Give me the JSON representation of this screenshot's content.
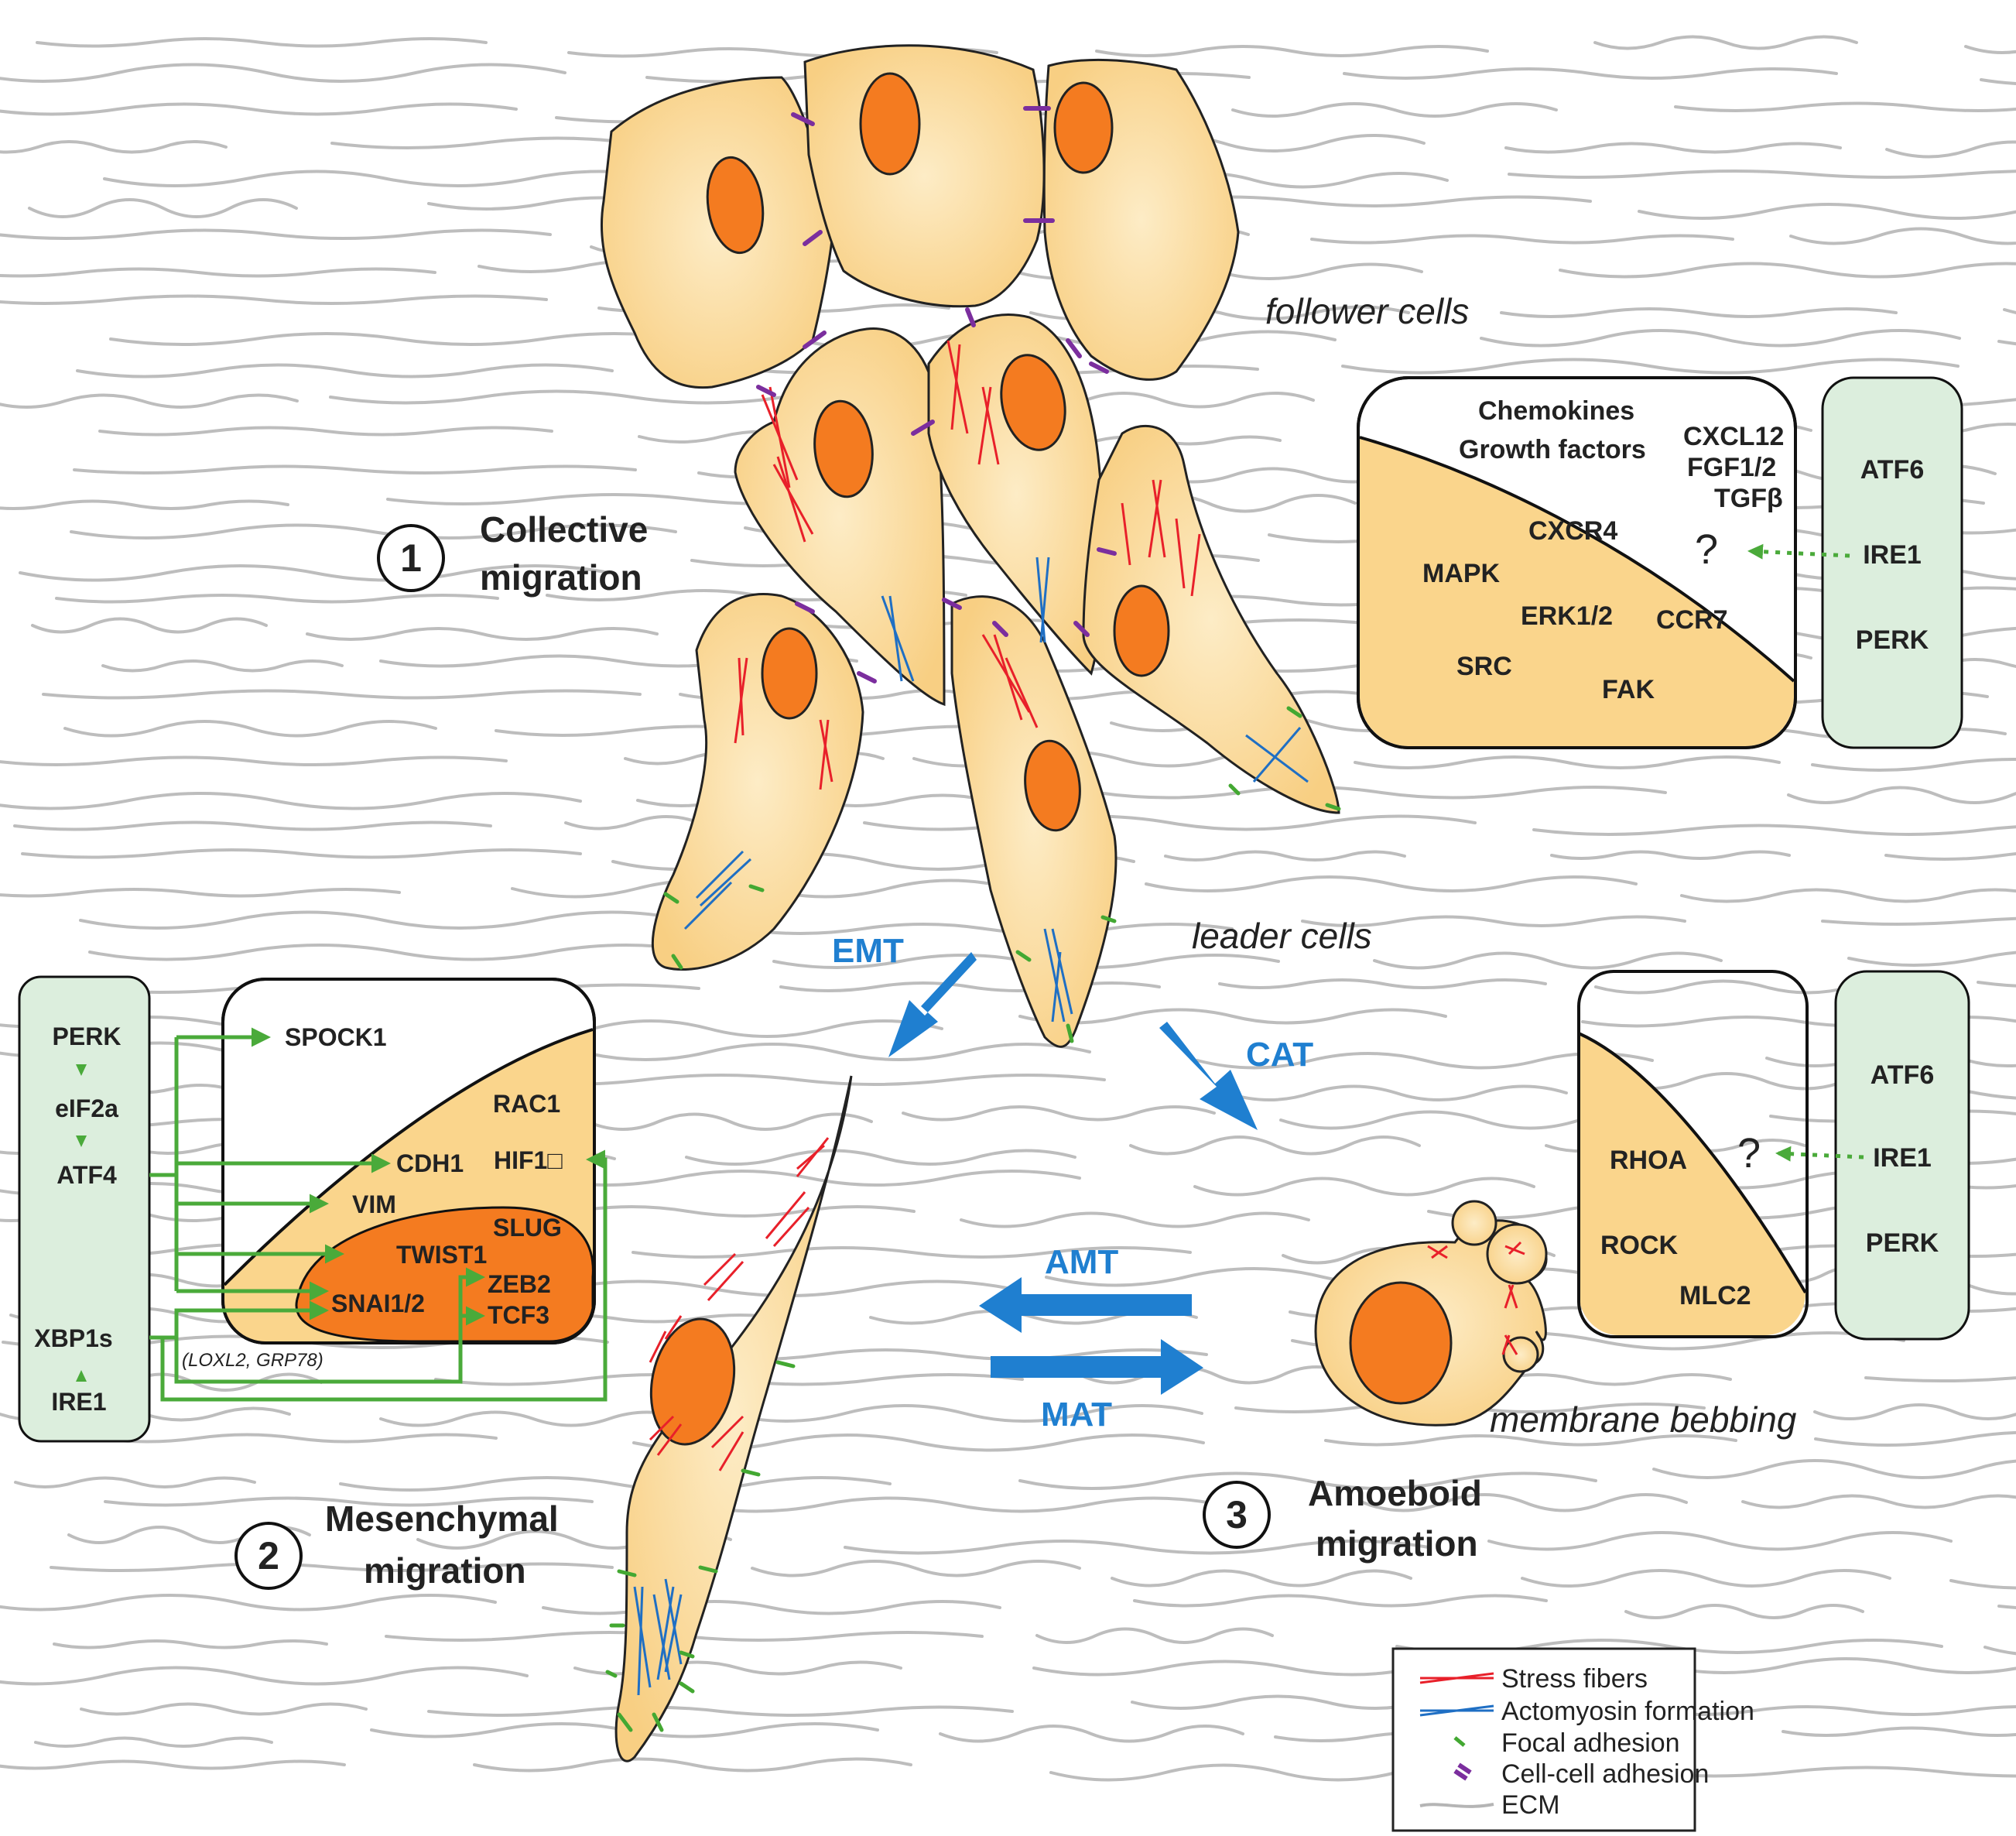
{
  "labels": {
    "follower_cells": "follower cells",
    "leader_cells": "leader cells",
    "membrane_blebbing": "membrane bebbing",
    "collective_num": "1",
    "collective_line1": "Collective",
    "collective_line2": "migration",
    "mesenchymal_num": "2",
    "mesenchymal_line1": "Mesenchymal",
    "mesenchymal_line2": "migration",
    "amoeboid_num": "3",
    "amoeboid_line1": "Amoeboid",
    "amoeboid_line2": "migration"
  },
  "transitions": {
    "emt": "EMT",
    "cat": "CAT",
    "amt": "AMT",
    "mat": "MAT"
  },
  "collective_box": {
    "chemokines": "Chemokines",
    "growth_factors": "Growth factors",
    "cxcl12": "CXCL12",
    "fgf": "FGF1/2",
    "tgfb": "TGFβ",
    "cxcr4": "CXCR4",
    "mapk": "MAPK",
    "erk": "ERK1/2",
    "ccr7": "CCR7",
    "src": "SRC",
    "fak": "FAK",
    "question": "?"
  },
  "collective_upr": {
    "atf6": "ATF6",
    "ire1": "IRE1",
    "perk": "PERK"
  },
  "mesenchymal_box": {
    "spock1": "SPOCK1",
    "rac1": "RAC1",
    "cdh1": "CDH1",
    "hif1": "HIF1□",
    "vim": "VIM",
    "slug": "SLUG",
    "twist1": "TWIST1",
    "zeb2": "ZEB2",
    "snai": "SNAI1/2",
    "tcf3": "TCF3",
    "note": "(LOXL2, GRP78)"
  },
  "mesenchymal_upr": {
    "perk": "PERK",
    "eif2a": "eIF2a",
    "atf4": "ATF4",
    "xbp1s": "XBP1s",
    "ire1": "IRE1"
  },
  "amoeboid_box": {
    "rhoa": "RHOA",
    "rock": "ROCK",
    "mlc2": "MLC2",
    "question": "?"
  },
  "amoeboid_upr": {
    "atf6": "ATF6",
    "ire1": "IRE1",
    "perk": "PERK"
  },
  "legend": {
    "items": [
      {
        "label": "Stress fibers",
        "color": "#e8202a"
      },
      {
        "label": "Actomyosin formation",
        "color": "#1f6fc4"
      },
      {
        "label": "Focal adhesion",
        "color": "#43a832"
      },
      {
        "label": "Cell-cell adhesion",
        "color": "#7b2e9e"
      },
      {
        "label": "ECM",
        "color": "#b5b5b5"
      }
    ]
  },
  "colors": {
    "cell_fill": "#fad58c",
    "nucleus": "#f47b20",
    "upr_fill": "#dceedd",
    "arrow_blue": "#1f7fd0",
    "arrow_green": "#4aaa3a"
  }
}
